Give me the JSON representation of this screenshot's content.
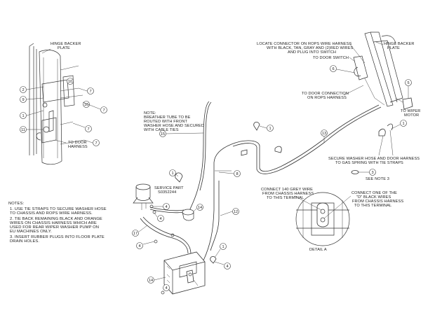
{
  "labels": {
    "hinge_backer_left": [
      "HINGE BACKER",
      "PLATE"
    ],
    "to_door_harness": [
      "TO DOOR",
      "HARNESS"
    ],
    "note_breather": [
      "NOTE:",
      "BREATHER TUBE TO BE",
      "ROUTED WITH FRONT",
      "WASHER HOSE AND SECURED",
      "WITH CABLE TIES"
    ],
    "locate_connector": [
      "LOCATE CONNECTOR ON ROPS WIRE HARNESS",
      "WITH BLACK, TAN, GRAY AND (2)RED WIRES",
      "AND PLUG INTO SWITCH"
    ],
    "hinge_backer_right": [
      "HINGE BACKER",
      "PLATE"
    ],
    "to_door_switch": "TO DOOR SWITCH",
    "to_door_connection": [
      "TO DOOR CONNECTION",
      "ON ROPS HARNESS"
    ],
    "to_wiper_motor": [
      "TO WIPER",
      "MOTOR"
    ],
    "secure_washer": [
      "SECURE WASHER HOSE AND DOOR HARNESS",
      "TO GAS SPRING WITH TIE STRAPS"
    ],
    "see_note": "SEE NOTE 3",
    "service_part": [
      "SERVICE PART",
      "S0352244"
    ],
    "connect_140": [
      "CONNECT 140 GREY WIRE",
      "FROM CHASSIS HARNESS",
      "TO THIS TERMINAL"
    ],
    "connect_one": [
      "CONNECT ONE OF THE",
      "\"D\" BLACK WIRES",
      "FROM CHASSIS HARNESS",
      "TO THIS TERMINAL"
    ],
    "detail": "DETAIL  A"
  },
  "notes": {
    "title": "NOTES:",
    "items": [
      [
        "1.  USE TIE STRAPS TO SECURE WASHER HOSE",
        "     TO CHASSIS AND ROPS WIRE HARNESS."
      ],
      [
        "2.  TIE BACK REMAINING BLACK AND ORANGE",
        "     WIRES ON CHASSIS HARNESS WHICH ARE",
        "     USED FOR REAR WIPER WASHER PUMP ON",
        "     EU MACHINES ONLY."
      ],
      [
        "3.  INSERT RUBBER PLUGS INTO FLOOR PLATE",
        "     DRAIN HOLES."
      ]
    ]
  },
  "callouts": {
    "n10": "10",
    "n2": "2",
    "n9": "9",
    "n7": "7",
    "n1": "1",
    "n16": "16",
    "n11": "11",
    "n15": "15",
    "n13": "13",
    "n8": "8",
    "n6": "6",
    "n5": "5",
    "n3": "3",
    "n4": "4",
    "n17": "17",
    "n14": "14",
    "n12": "12"
  }
}
